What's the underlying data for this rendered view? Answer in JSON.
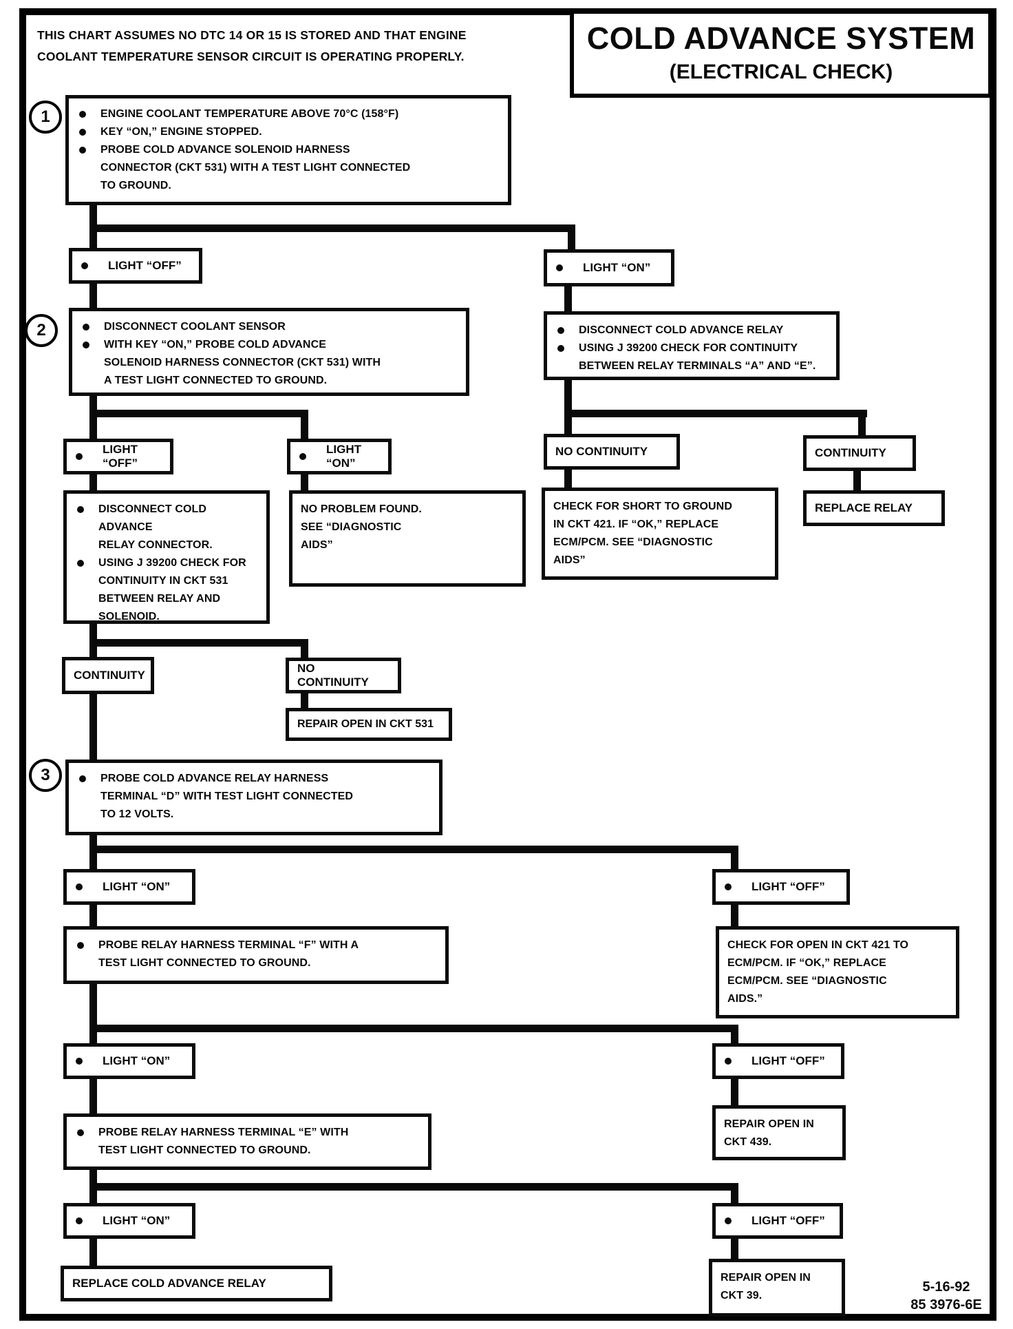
{
  "page": {
    "note_line1": "THIS CHART ASSUMES NO DTC 14 OR 15 IS STORED AND THAT ENGINE",
    "note_line2": "COOLANT TEMPERATURE SENSOR CIRCUIT IS OPERATING PROPERLY.",
    "title": "COLD ADVANCE SYSTEM",
    "subtitle": "(ELECTRICAL CHECK)",
    "footer_date": "5-16-92",
    "footer_code": "85 3976-6E",
    "ink": "#0a0a0a",
    "paper": "#ffffff"
  },
  "steps": {
    "one": "1",
    "two": "2",
    "three": "3"
  },
  "nodes": {
    "start": {
      "r": [
        "ENGINE COOLANT TEMPERATURE ABOVE 70°C (158°F)",
        "KEY “ON,” ENGINE STOPPED.",
        "PROBE COLD ADVANCE SOLENOID HARNESS",
        "CONNECTOR (CKT 531) WITH A TEST LIGHT CONNECTED",
        "TO GROUND."
      ]
    },
    "lightOff1": "LIGHT “OFF”",
    "lightOn1": "LIGHT “ON”",
    "step2": {
      "r": [
        "DISCONNECT COOLANT SENSOR",
        "WITH KEY “ON,” PROBE COLD ADVANCE",
        "SOLENOID HARNESS CONNECTOR (CKT 531) WITH",
        "A TEST LIGHT CONNECTED TO GROUND."
      ]
    },
    "relayCheck": {
      "r": [
        "DISCONNECT COLD ADVANCE RELAY",
        "USING J 39200 CHECK FOR CONTINUITY",
        "BETWEEN RELAY TERMINALS “A” AND “E”."
      ]
    },
    "lightOff2": "LIGHT “OFF”",
    "lightOn2": "LIGHT “ON”",
    "discRelayConn": {
      "r": [
        "DISCONNECT COLD ADVANCE",
        "RELAY CONNECTOR.",
        "USING J 39200 CHECK FOR",
        "CONTINUITY IN CKT 531",
        "BETWEEN RELAY AND",
        "SOLENOID."
      ]
    },
    "noProblem": {
      "r": [
        "NO PROBLEM FOUND.",
        "SEE “DIAGNOSTIC",
        "AIDS”"
      ]
    },
    "noContinuityR": "NO CONTINUITY",
    "continuityR": "CONTINUITY",
    "checkShort": {
      "r": [
        "CHECK FOR SHORT TO GROUND",
        "IN CKT 421. IF “OK,” REPLACE",
        "ECM/PCM. SEE “DIAGNOSTIC",
        "AIDS”"
      ]
    },
    "replaceRelay": "REPLACE RELAY",
    "continuityL": "CONTINUITY",
    "noContinuityL": "NO CONTINUITY",
    "repair531": "REPAIR OPEN IN CKT 531",
    "step3": {
      "r": [
        "PROBE COLD ADVANCE RELAY HARNESS",
        "TERMINAL “D” WITH TEST LIGHT CONNECTED",
        "TO 12 VOLTS."
      ]
    },
    "lightOn3": "LIGHT “ON”",
    "lightOff3": "LIGHT “OFF”",
    "probeF": {
      "r": [
        "PROBE RELAY HARNESS TERMINAL “F” WITH A",
        "TEST LIGHT CONNECTED TO GROUND."
      ]
    },
    "checkOpen421": {
      "r": [
        "CHECK FOR OPEN IN CKT 421 TO",
        "ECM/PCM. IF “OK,” REPLACE",
        "ECM/PCM. SEE “DIAGNOSTIC",
        "AIDS.”"
      ]
    },
    "lightOn4": "LIGHT “ON”",
    "lightOff4": "LIGHT “OFF”",
    "probeE": {
      "r": [
        "PROBE RELAY HARNESS TERMINAL “E” WITH",
        "TEST LIGHT CONNECTED TO GROUND."
      ]
    },
    "repair439": {
      "r": [
        "REPAIR OPEN IN",
        "CKT 439."
      ]
    },
    "lightOn5": "LIGHT “ON”",
    "lightOff5": "LIGHT “OFF”",
    "replaceColdRelay": "REPLACE COLD ADVANCE RELAY",
    "repair39": {
      "r": [
        "REPAIR OPEN IN",
        "CKT 39."
      ]
    }
  }
}
